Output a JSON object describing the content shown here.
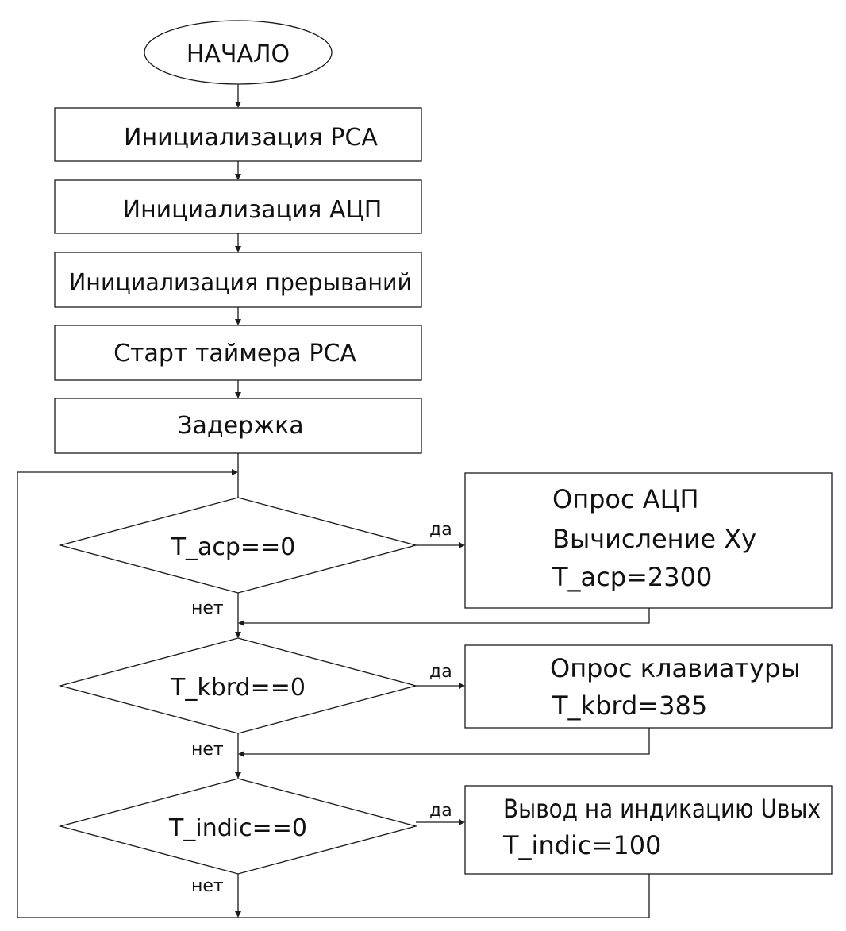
{
  "start": {
    "label": "НАЧАЛО"
  },
  "process": {
    "init_pca": "Инициализация РСА",
    "init_adc": "Инициализация АЦП",
    "init_interrupts": "Инициализация прерываний",
    "start_timer": "Старт таймера РСА",
    "delay": "Задержка"
  },
  "decisions": [
    {
      "condition": "T_acp==0",
      "yes_label": "да",
      "no_label": "нет",
      "action_lines": [
        "Опрос АЦП",
        "Вычисление Xy",
        "T_acp=2300"
      ]
    },
    {
      "condition": "T_kbrd==0",
      "yes_label": "да",
      "no_label": "нет",
      "action_lines": [
        "Опрос клавиатуры",
        "T_kbrd=385"
      ]
    },
    {
      "condition": "T_indic==0",
      "yes_label": "да",
      "no_label": "нет",
      "action_lines": [
        "Вывод на индикацию Uвых",
        "T_indic=100"
      ]
    }
  ]
}
